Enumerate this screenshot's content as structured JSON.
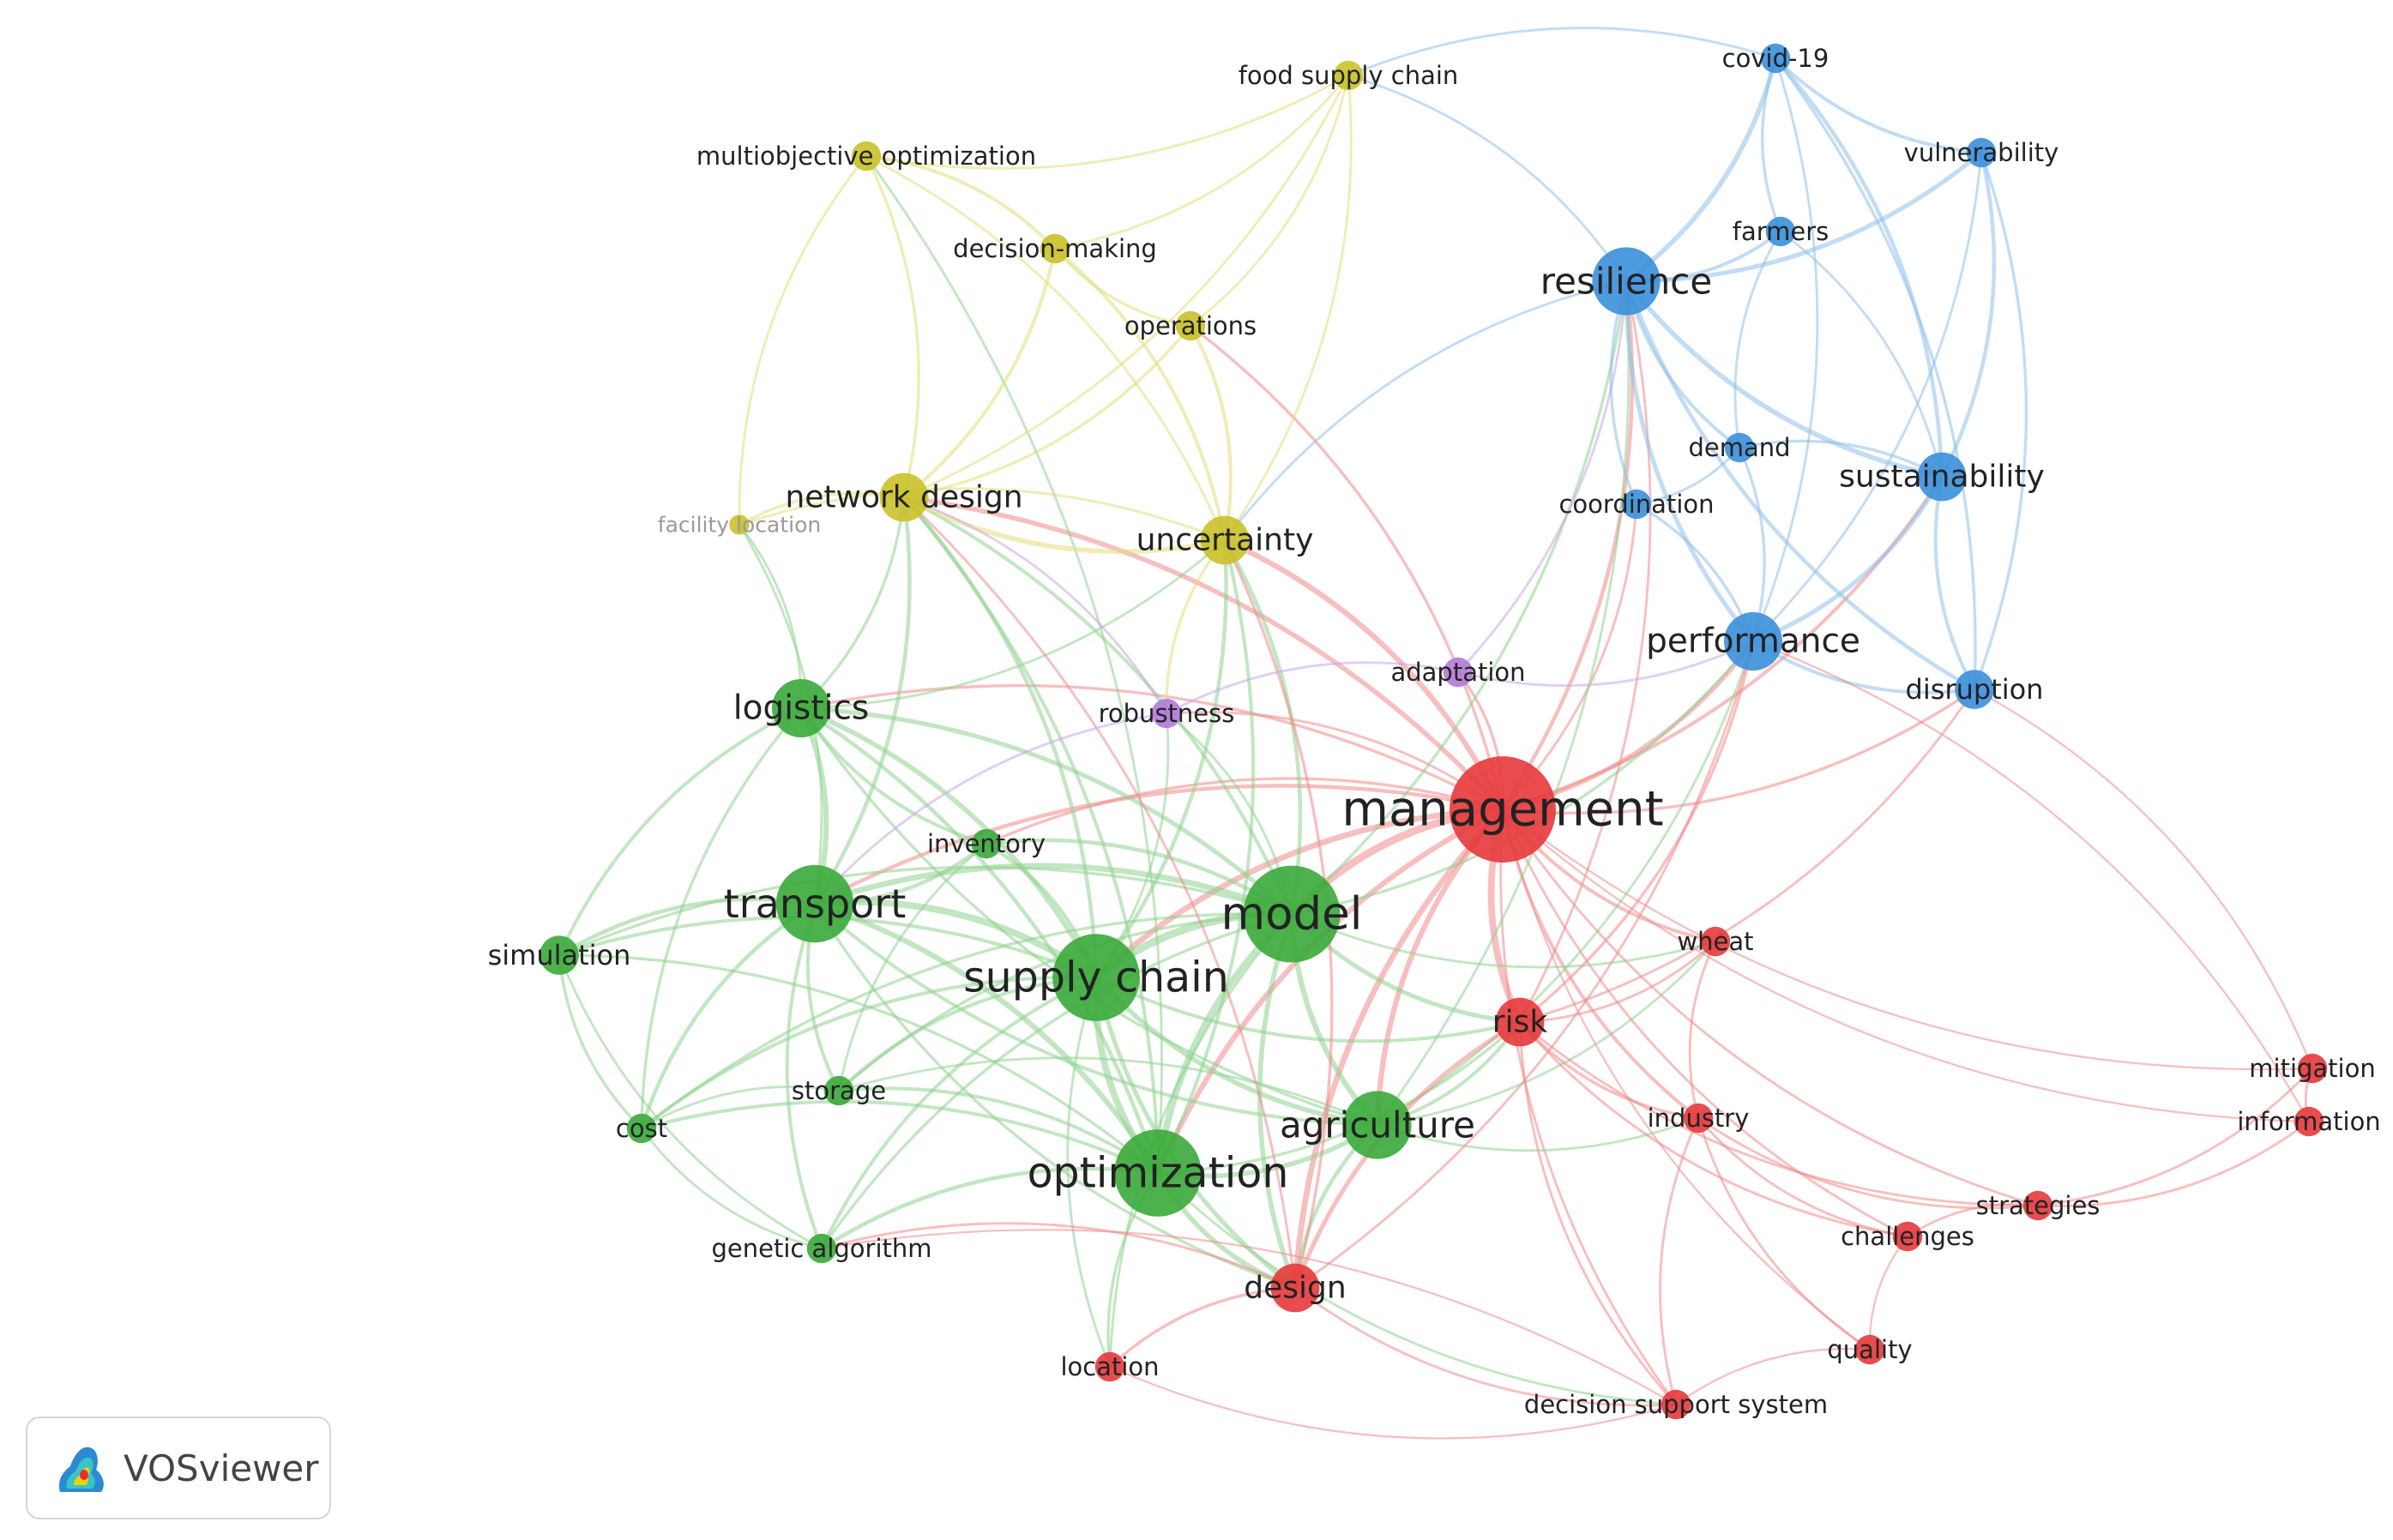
{
  "app": {
    "brand": "VOSviewer",
    "logo_icon": "vosviewer-logo-icon"
  },
  "clusters": {
    "red": {
      "color": "#e5383b",
      "link": "#f08a8a"
    },
    "green": {
      "color": "#3aaa3a",
      "link": "#8fd18f"
    },
    "blue": {
      "color": "#3b8fdc",
      "link": "#8fbfea"
    },
    "yellow": {
      "color": "#c9c12a",
      "link": "#e3dc7a"
    },
    "purple": {
      "color": "#b07ad8",
      "link": "#c9a6e6"
    }
  },
  "nodes": [
    {
      "id": "management",
      "label": "management",
      "cluster": "red",
      "weight": 10
    },
    {
      "id": "model",
      "label": "model",
      "cluster": "green",
      "weight": 9
    },
    {
      "id": "supply_chain",
      "label": "supply chain",
      "cluster": "green",
      "weight": 8
    },
    {
      "id": "optimization",
      "label": "optimization",
      "cluster": "green",
      "weight": 8
    },
    {
      "id": "transport",
      "label": "transport",
      "cluster": "green",
      "weight": 7
    },
    {
      "id": "agriculture",
      "label": "agriculture",
      "cluster": "green",
      "weight": 6
    },
    {
      "id": "logistics",
      "label": "logistics",
      "cluster": "green",
      "weight": 5
    },
    {
      "id": "resilience",
      "label": "resilience",
      "cluster": "blue",
      "weight": 6
    },
    {
      "id": "performance",
      "label": "performance",
      "cluster": "blue",
      "weight": 5
    },
    {
      "id": "sustainability",
      "label": "sustainability",
      "cluster": "blue",
      "weight": 4
    },
    {
      "id": "disruption",
      "label": "disruption",
      "cluster": "blue",
      "weight": 3
    },
    {
      "id": "covid19",
      "label": "covid-19",
      "cluster": "blue",
      "weight": 2
    },
    {
      "id": "vulnerability",
      "label": "vulnerability",
      "cluster": "blue",
      "weight": 2
    },
    {
      "id": "farmers",
      "label": "farmers",
      "cluster": "blue",
      "weight": 2
    },
    {
      "id": "demand",
      "label": "demand",
      "cluster": "blue",
      "weight": 2
    },
    {
      "id": "coordination",
      "label": "coordination",
      "cluster": "blue",
      "weight": 2
    },
    {
      "id": "network_design",
      "label": "network design",
      "cluster": "yellow",
      "weight": 4
    },
    {
      "id": "uncertainty",
      "label": "uncertainty",
      "cluster": "yellow",
      "weight": 4
    },
    {
      "id": "decision_making",
      "label": "decision-making",
      "cluster": "yellow",
      "weight": 2
    },
    {
      "id": "operations",
      "label": "operations",
      "cluster": "yellow",
      "weight": 2
    },
    {
      "id": "multiobjective",
      "label": "multiobjective optimization",
      "cluster": "yellow",
      "weight": 2
    },
    {
      "id": "food_supply_chain",
      "label": "food supply chain",
      "cluster": "yellow",
      "weight": 2
    },
    {
      "id": "facility_location",
      "label": "facility location",
      "cluster": "yellow",
      "weight": 1
    },
    {
      "id": "risk",
      "label": "risk",
      "cluster": "red",
      "weight": 4
    },
    {
      "id": "design",
      "label": "design",
      "cluster": "red",
      "weight": 4
    },
    {
      "id": "wheat",
      "label": "wheat",
      "cluster": "red",
      "weight": 2
    },
    {
      "id": "industry",
      "label": "industry",
      "cluster": "red",
      "weight": 2
    },
    {
      "id": "strategies",
      "label": "strategies",
      "cluster": "red",
      "weight": 2
    },
    {
      "id": "challenges",
      "label": "challenges",
      "cluster": "red",
      "weight": 2
    },
    {
      "id": "quality",
      "label": "quality",
      "cluster": "red",
      "weight": 2
    },
    {
      "id": "decision_support",
      "label": "decision support system",
      "cluster": "red",
      "weight": 2
    },
    {
      "id": "location",
      "label": "location",
      "cluster": "red",
      "weight": 2
    },
    {
      "id": "mitigation",
      "label": "mitigation",
      "cluster": "red",
      "weight": 2
    },
    {
      "id": "information",
      "label": "information",
      "cluster": "red",
      "weight": 2
    },
    {
      "id": "adaptation",
      "label": "adaptation",
      "cluster": "purple",
      "weight": 2
    },
    {
      "id": "robustness",
      "label": "robustness",
      "cluster": "purple",
      "weight": 2
    },
    {
      "id": "inventory",
      "label": "inventory",
      "cluster": "green",
      "weight": 2
    },
    {
      "id": "simulation",
      "label": "simulation",
      "cluster": "green",
      "weight": 3
    },
    {
      "id": "cost",
      "label": "cost",
      "cluster": "green",
      "weight": 2
    },
    {
      "id": "storage",
      "label": "storage",
      "cluster": "green",
      "weight": 2
    },
    {
      "id": "genetic_algorithm",
      "label": "genetic algorithm",
      "cluster": "green",
      "weight": 2
    }
  ]
}
